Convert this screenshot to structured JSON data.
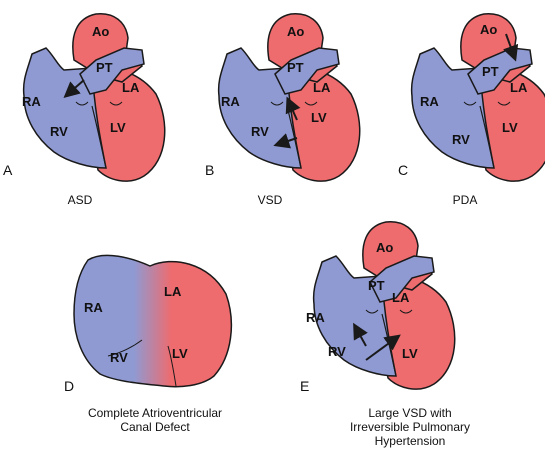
{
  "colors": {
    "venous": "#8f9ad3",
    "arterial": "#ee6b6e",
    "outline": "#1a1a1a"
  },
  "panels": [
    {
      "letter": "A",
      "caption": "ASD",
      "labels": {
        "ao": "Ao",
        "pt": "PT",
        "ra": "RA",
        "la": "LA",
        "rv": "RV",
        "lv": "LV"
      }
    },
    {
      "letter": "B",
      "caption": "VSD",
      "labels": {
        "ao": "Ao",
        "pt": "PT",
        "ra": "RA",
        "la": "LA",
        "rv": "RV",
        "lv": "LV"
      }
    },
    {
      "letter": "C",
      "caption": "PDA",
      "labels": {
        "ao": "Ao",
        "pt": "PT",
        "ra": "RA",
        "la": "LA",
        "rv": "RV",
        "lv": "LV"
      }
    },
    {
      "letter": "D",
      "caption_lines": [
        "Complete Atrioventricular",
        "Canal Defect"
      ],
      "labels": {
        "ra": "RA",
        "la": "LA",
        "rv": "RV",
        "lv": "LV"
      }
    },
    {
      "letter": "E",
      "caption_lines": [
        "Large VSD with",
        "Irreversible Pulmonary",
        "Hypertension"
      ],
      "labels": {
        "ao": "Ao",
        "pt": "PT",
        "ra": "RA",
        "la": "LA",
        "rv": "RV",
        "lv": "LV"
      }
    }
  ]
}
